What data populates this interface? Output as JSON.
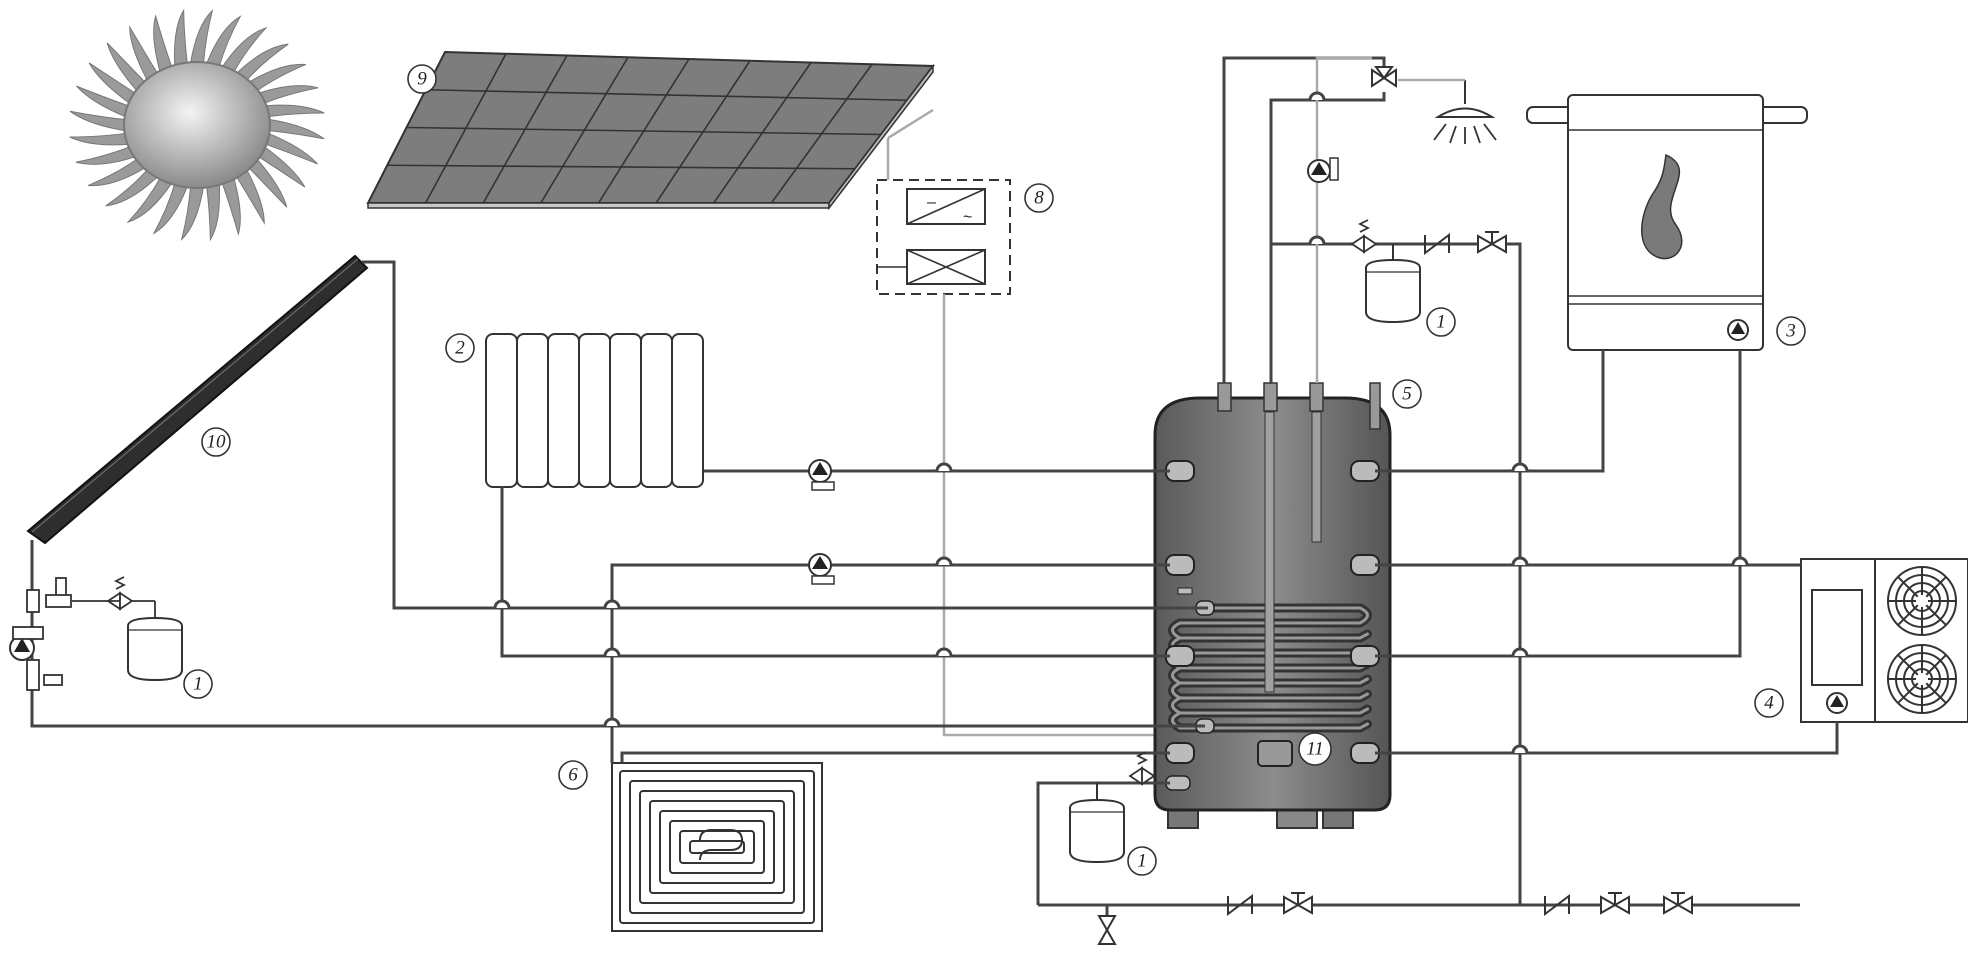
{
  "callouts": {
    "expansion_vessel_collector": "1",
    "expansion_vessel_tank": "1",
    "expansion_vessel_water": "1",
    "radiator": "2",
    "boiler": "3",
    "heat_pump": "4",
    "storage_tank": "5",
    "floor_heating": "6",
    "inverter": "8",
    "pv_panel": "9",
    "solar_collector": "10",
    "electric_heater": "11"
  },
  "colors": {
    "pipe": "#444444",
    "pipe_light": "#aaaaaa",
    "tank": "#6a6a6a",
    "panel": "#7d7d7d",
    "collector": "#2e2e2e"
  }
}
